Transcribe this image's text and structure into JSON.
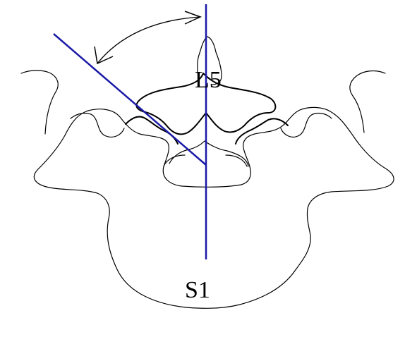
{
  "labels": {
    "upper_vertebra": "L5",
    "lower_vertebra": "S1"
  },
  "colors": {
    "axis_line": "#1a1aa8",
    "outline": "#000000",
    "background": "#ffffff"
  },
  "icons": {
    "angle_arrow": "double-headed-arc-arrow"
  }
}
